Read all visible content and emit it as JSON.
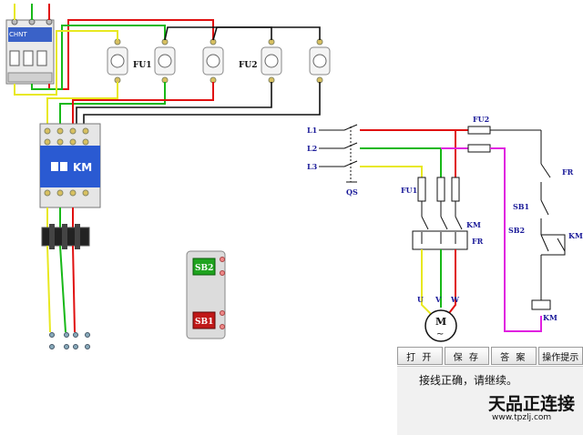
{
  "breaker": {
    "brand": "CHNT"
  },
  "fuses": {
    "left_label": "FU1",
    "right_label": "FU2"
  },
  "contactor": {
    "label": "KM"
  },
  "buttons_panel": {
    "top_label": "SB2",
    "bottom_label": "SB1"
  },
  "schematic": {
    "line1": "L1",
    "line2": "L2",
    "line3": "L3",
    "switch": "QS",
    "fuse_main": "FU1",
    "fuse_ctrl": "FU2",
    "contactor_main": "KM",
    "overload_main": "FR",
    "overload_ctrl": "FR",
    "stop_button": "SB1",
    "start_button": "SB2",
    "hold_contact": "KM",
    "coil": "KM",
    "phase_u": "U",
    "phase_v": "V",
    "phase_w": "W",
    "motor": "M",
    "motor_symbol": "~"
  },
  "toolbar": {
    "open_label": "打 开",
    "save_label": "保 存",
    "answer_label": "答 案",
    "help_label": "操作提示"
  },
  "status": {
    "message": "接线正确，请继续。"
  },
  "branding": {
    "name": "天品正连接",
    "url": "www.tpzlj.com"
  },
  "colors": {
    "red": "#e01010",
    "green": "#18b818",
    "yellow": "#e8e820",
    "magenta": "#e020e0",
    "blue_label": "#1a1a99"
  }
}
